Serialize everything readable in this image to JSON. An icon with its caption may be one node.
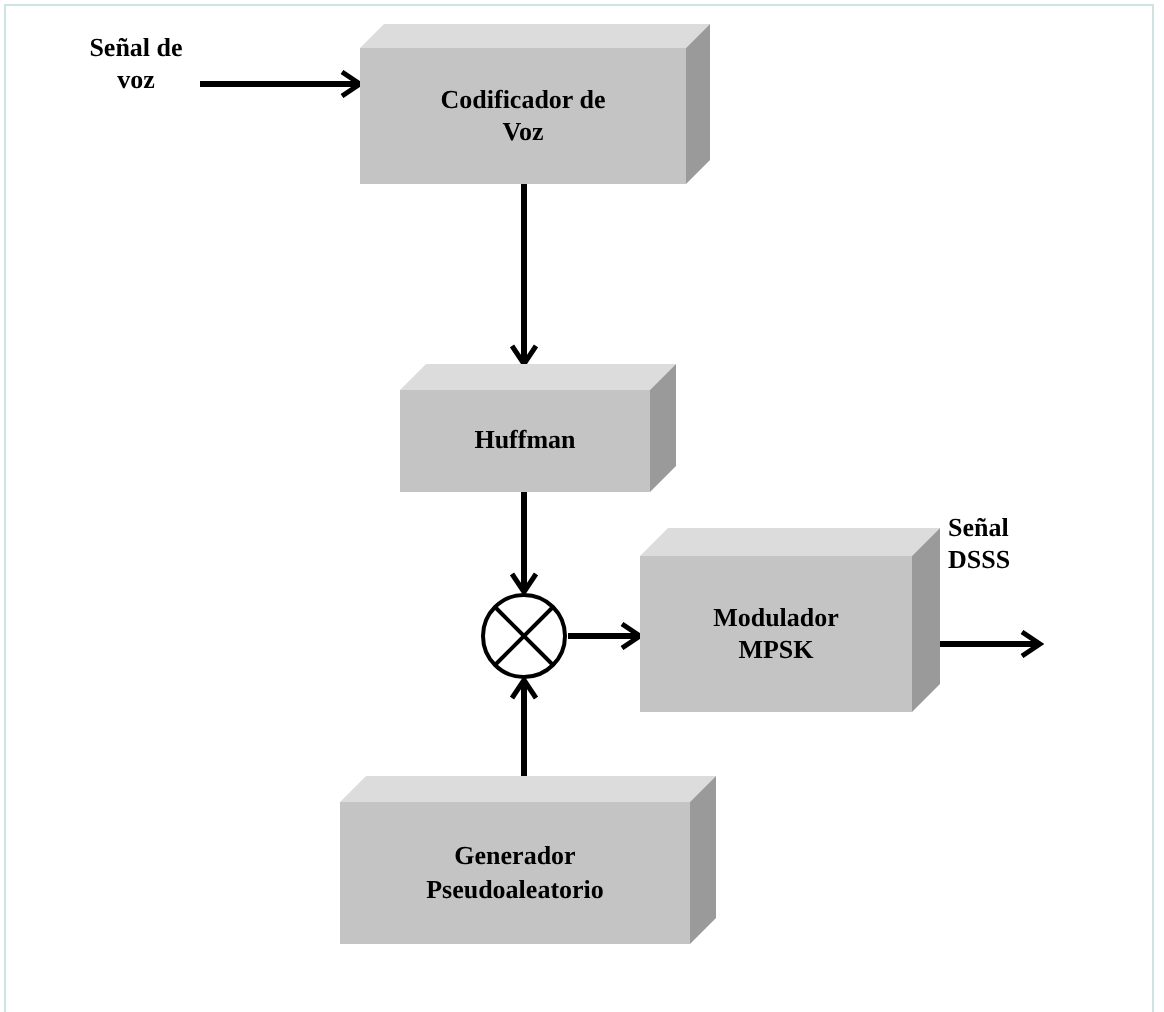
{
  "diagram": {
    "nodes": [
      {
        "text": [
          "Señal de voz"
        ]
      },
      {
        "text": [
          "Codificador de Voz"
        ]
      },
      {
        "text": [
          "Huffman"
        ]
      },
      {
        "text": [],
        "shape": "circle"
      },
      {
        "text": [
          "Modulador MPSK"
        ]
      },
      {
        "text": [
          "Generador Pseudoaleatorio"
        ]
      }
    ],
    "edges": [
      {
        "from": 0,
        "to": 1,
        "arrow": "to"
      },
      {
        "from": 1,
        "to": 2,
        "arrow": "to"
      },
      {
        "from": 2,
        "to": 3,
        "arrow": "to"
      },
      {
        "from": 5,
        "to": 3,
        "arrow": "to"
      },
      {
        "from": 3,
        "to": 4,
        "arrow": "to"
      },
      {
        "from": 4,
        "to": null,
        "arrow": "to"
      }
    ],
    "labels": [
      "Señal DSSS"
    ]
  }
}
